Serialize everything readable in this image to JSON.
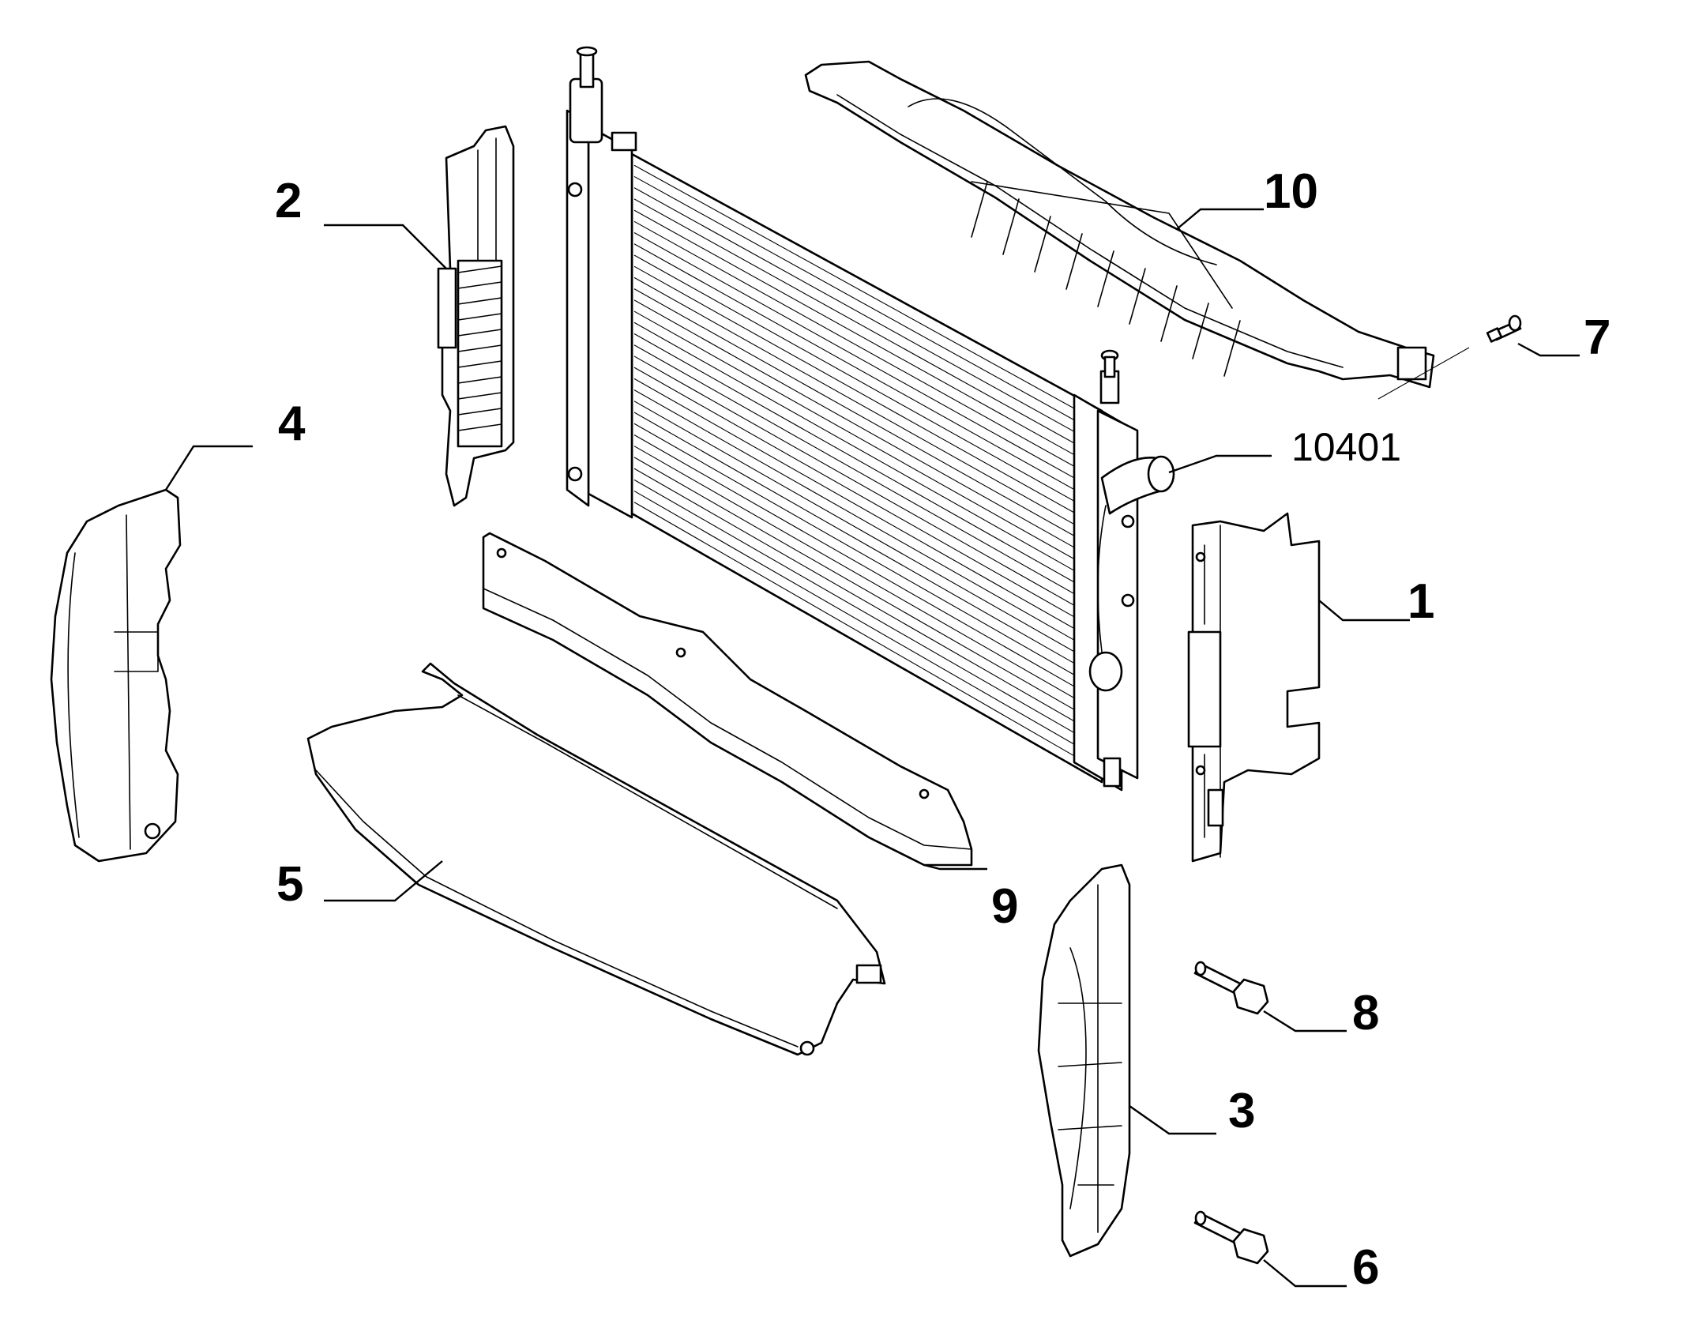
{
  "diagram": {
    "callouts": {
      "c1": "1",
      "c2": "2",
      "c3": "3",
      "c4": "4",
      "c5": "5",
      "c6": "6",
      "c7": "7",
      "c8": "8",
      "c9": "9",
      "c10": "10",
      "c10401": "10401"
    }
  }
}
